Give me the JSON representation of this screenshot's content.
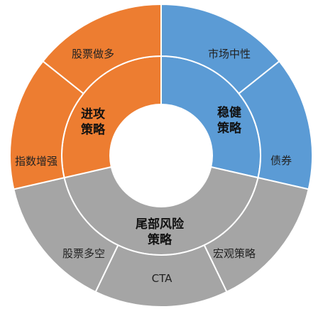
{
  "chart_data": {
    "type": "sunburst",
    "title": "",
    "colors": {
      "offense": "#ED7D31",
      "stable": "#5B9BD5",
      "tail": "#A5A5A5"
    },
    "inner": [
      {
        "key": "stable",
        "lines": [
          "稳健",
          "策略"
        ],
        "value": 2
      },
      {
        "key": "tail",
        "lines": [
          "尾部风险",
          "策略"
        ],
        "value": 3
      },
      {
        "key": "offense",
        "lines": [
          "进攻",
          "策略"
        ],
        "value": 2
      }
    ],
    "outer": [
      {
        "label": "市场中性",
        "parent": "stable",
        "value": 1
      },
      {
        "label": "债券",
        "parent": "stable",
        "value": 1
      },
      {
        "label": "宏观策略",
        "parent": "tail",
        "value": 1
      },
      {
        "label": "CTA",
        "parent": "tail",
        "value": 1
      },
      {
        "label": "股票多空",
        "parent": "tail",
        "value": 1
      },
      {
        "label": "指数增强",
        "parent": "offense",
        "value": 1
      },
      {
        "label": "股票做多",
        "parent": "offense",
        "value": 1
      }
    ]
  }
}
